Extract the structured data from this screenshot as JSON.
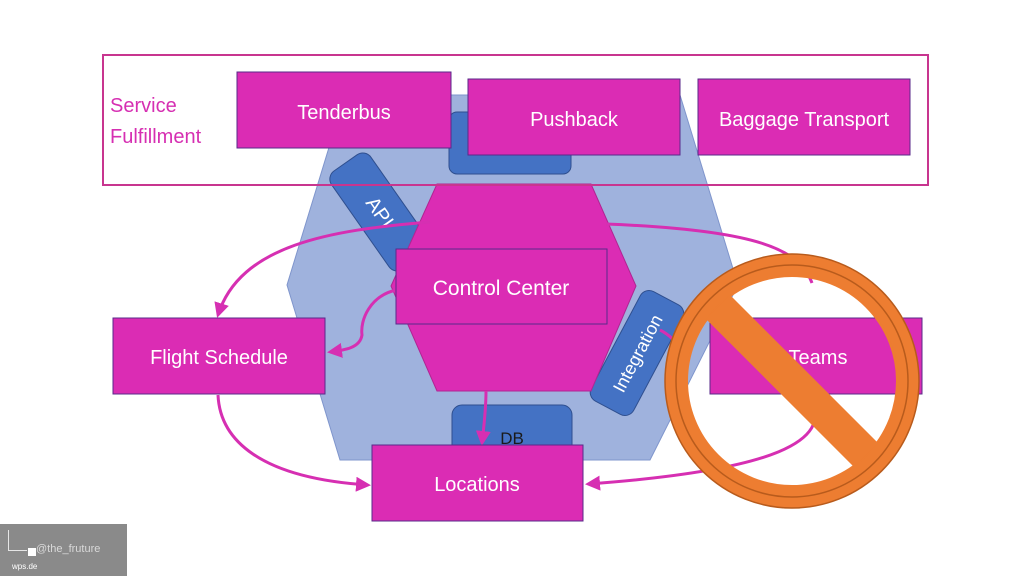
{
  "service_group": {
    "label_line1": "Service",
    "label_line2": "Fulfillment"
  },
  "services": {
    "tenderbus": "Tenderbus",
    "pushback": "Pushback",
    "baggage": "Baggage Transport"
  },
  "core": {
    "control_center": "Control Center"
  },
  "ports": {
    "api": "API",
    "integration": "Integration",
    "db": "DB"
  },
  "external": {
    "flight_schedule": "Flight Schedule",
    "teams": "Teams",
    "locations": "Locations"
  },
  "footer": {
    "handle": "@the_fruture",
    "site": "wps.de"
  },
  "colors": {
    "box": "#db2cb4",
    "hexagon_outer": "#8fa5d9",
    "port": "#4472c4",
    "arrow": "#d62fb2",
    "forbidden": "#ed7d31"
  },
  "icons": {
    "forbidden": "prohibition-icon"
  }
}
